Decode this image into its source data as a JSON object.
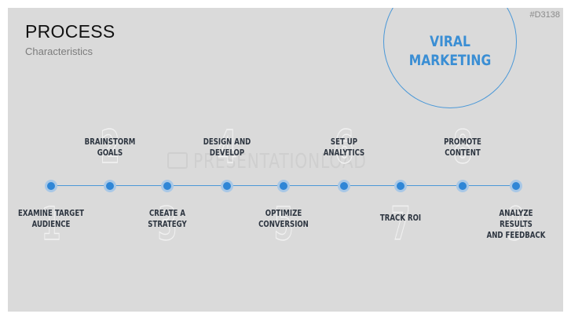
{
  "header": {
    "title": "PROCESS",
    "subtitle": "Characteristics",
    "code": "#D3138"
  },
  "badge": {
    "line1": "VIRAL",
    "line2": "MARKETING"
  },
  "watermark": {
    "text": "PRESENTATIONLOAD"
  },
  "colors": {
    "accent": "#3a8ed4",
    "background": "#dadada",
    "text": "#2d3540"
  },
  "steps": [
    {
      "number": "1",
      "line1": "Examine target",
      "line2": "audience",
      "position": "below"
    },
    {
      "number": "2",
      "line1": "Brainstorm",
      "line2": "goals",
      "position": "above"
    },
    {
      "number": "3",
      "line1": "Create a",
      "line2": "strategy",
      "position": "below"
    },
    {
      "number": "4",
      "line1": "Design and",
      "line2": "develop",
      "position": "above"
    },
    {
      "number": "5",
      "line1": "Optimize",
      "line2": "conversion",
      "position": "below"
    },
    {
      "number": "6",
      "line1": "Set up",
      "line2": "analytics",
      "position": "above"
    },
    {
      "number": "7",
      "line1": "Track ROI",
      "line2": "",
      "position": "below"
    },
    {
      "number": "8",
      "line1": "Promote",
      "line2": "content",
      "position": "above"
    },
    {
      "number": "9",
      "line1": "Analyze results",
      "line2": "and feedback",
      "position": "below"
    }
  ]
}
